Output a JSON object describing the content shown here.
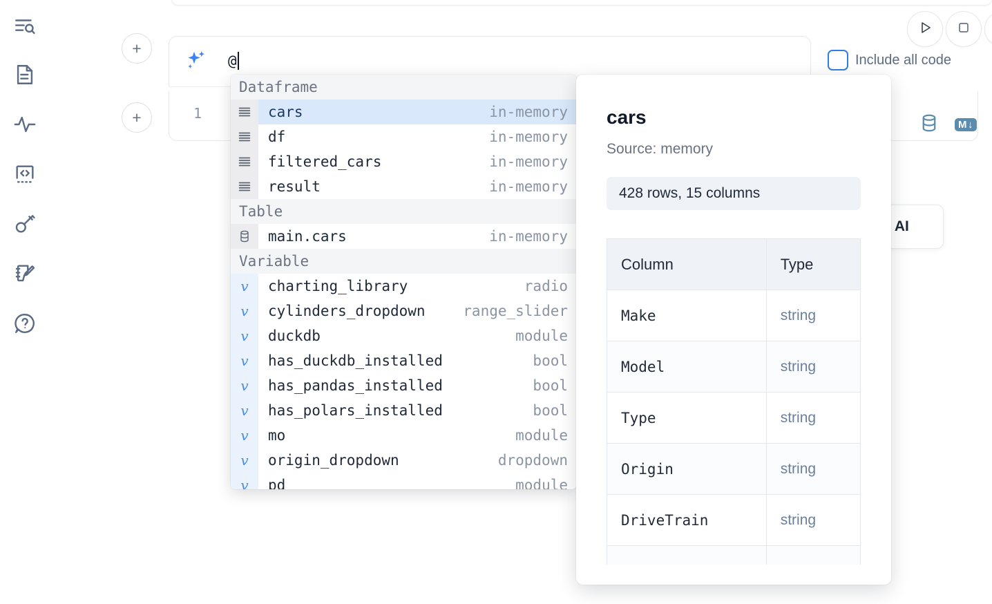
{
  "sidebar": {
    "items": [
      {
        "name": "outline-search-icon",
        "label": "Outline / Search"
      },
      {
        "name": "document-icon",
        "label": "Notebook File"
      },
      {
        "name": "activity-icon",
        "label": "Activity"
      },
      {
        "name": "code-brackets-icon",
        "label": "Snippets"
      },
      {
        "name": "key-icon",
        "label": "Secrets"
      },
      {
        "name": "notepad-pencil-icon",
        "label": "Scratchpad"
      },
      {
        "name": "help-chat-icon",
        "label": "Help"
      }
    ]
  },
  "toolbar": {
    "run_icon": "play-icon",
    "stop_icon": "stop-icon",
    "include_all_code_label": "Include all code",
    "include_all_code_checked": false,
    "add_cell_label": "+"
  },
  "ai_prompt": {
    "icon": "sparkles-icon",
    "value": "@",
    "placeholder": ""
  },
  "code_cell": {
    "line_number": "1",
    "database_icon": "database-icon",
    "markdown_icon": "markdown-icon",
    "markdown_label": "M",
    "markdown_arrow": "↓"
  },
  "ai_card": {
    "label": "h AI"
  },
  "autocomplete": {
    "groups": [
      {
        "label": "Dataframe",
        "icon": "dataframe-icon",
        "items": [
          {
            "name": "cars",
            "meta": "in-memory",
            "selected": true
          },
          {
            "name": "df",
            "meta": "in-memory",
            "selected": false
          },
          {
            "name": "filtered_cars",
            "meta": "in-memory",
            "selected": false
          },
          {
            "name": "result",
            "meta": "in-memory",
            "selected": false
          }
        ]
      },
      {
        "label": "Table",
        "icon": "table-db-icon",
        "items": [
          {
            "name": "main.cars",
            "meta": "in-memory",
            "selected": false
          }
        ]
      },
      {
        "label": "Variable",
        "icon": "variable-icon",
        "items": [
          {
            "name": "charting_library",
            "meta": "radio",
            "selected": false
          },
          {
            "name": "cylinders_dropdown",
            "meta": "range_slider",
            "selected": false
          },
          {
            "name": "duckdb",
            "meta": "module",
            "selected": false
          },
          {
            "name": "has_duckdb_installed",
            "meta": "bool",
            "selected": false
          },
          {
            "name": "has_pandas_installed",
            "meta": "bool",
            "selected": false
          },
          {
            "name": "has_polars_installed",
            "meta": "bool",
            "selected": false
          },
          {
            "name": "mo",
            "meta": "module",
            "selected": false
          },
          {
            "name": "origin_dropdown",
            "meta": "dropdown",
            "selected": false
          },
          {
            "name": "pd",
            "meta": "module",
            "selected": false
          }
        ]
      }
    ]
  },
  "preview": {
    "title": "cars",
    "source": "Source: memory",
    "shape": "428 rows, 15 columns",
    "table": {
      "headers": [
        "Column",
        "Type"
      ],
      "rows": [
        [
          "Make",
          "string"
        ],
        [
          "Model",
          "string"
        ],
        [
          "Type",
          "string"
        ],
        [
          "Origin",
          "string"
        ],
        [
          "DriveTrain",
          "string"
        ],
        [
          "",
          ""
        ]
      ]
    }
  },
  "colors": {
    "accent_blue": "#3b82f6",
    "selection_blue": "#d9e8fb",
    "icon_gray": "#5b6b84",
    "steel_blue": "#5b8cad",
    "group_header_bg": "#f4f5f7"
  }
}
